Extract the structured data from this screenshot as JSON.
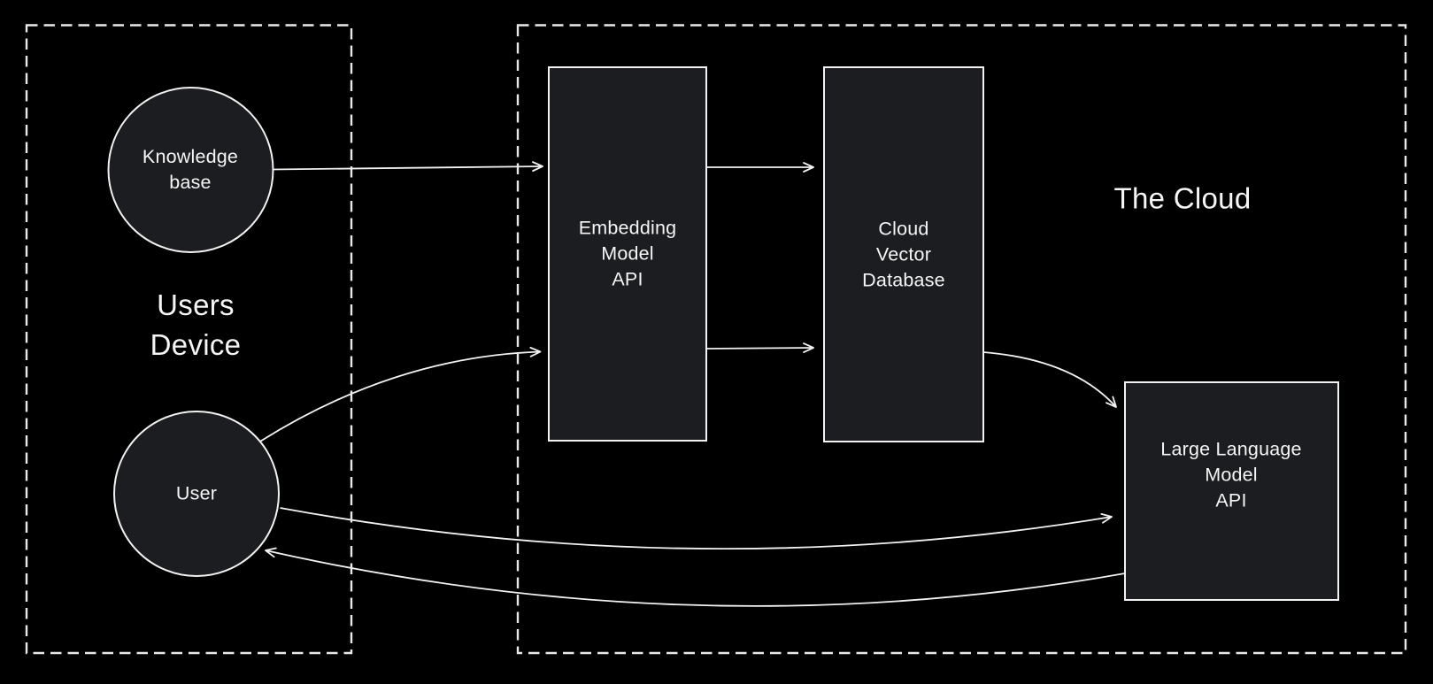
{
  "diagram": {
    "colors": {
      "background": "#000000",
      "node_fill": "#1c1d21",
      "stroke": "#f2f2f2",
      "dash_stroke": "#e9e9e9",
      "text": "#f5f5f5"
    },
    "groups": {
      "users_device": {
        "label": "Users\nDevice"
      },
      "the_cloud": {
        "label": "The Cloud"
      }
    },
    "nodes": {
      "knowledge_base": {
        "label": "Knowledge\nbase",
        "shape": "circle",
        "group": "users_device"
      },
      "user": {
        "label": "User",
        "shape": "circle",
        "group": "users_device"
      },
      "embedding_model_api": {
        "label": "Embedding\nModel\nAPI",
        "shape": "rect",
        "group": "the_cloud"
      },
      "cloud_vector_database": {
        "label": "Cloud\nVector\nDatabase",
        "shape": "rect",
        "group": "the_cloud"
      },
      "large_language_model_api": {
        "label": "Large Language\nModel\nAPI",
        "shape": "rect",
        "group": "the_cloud"
      }
    },
    "edges": [
      {
        "from": "knowledge_base",
        "to": "embedding_model_api",
        "style": "straight"
      },
      {
        "from": "embedding_model_api",
        "to": "cloud_vector_database",
        "style": "straight-upper"
      },
      {
        "from": "embedding_model_api",
        "to": "cloud_vector_database",
        "style": "straight-lower"
      },
      {
        "from": "user",
        "to": "embedding_model_api",
        "style": "curved"
      },
      {
        "from": "cloud_vector_database",
        "to": "large_language_model_api",
        "style": "curved"
      },
      {
        "from": "user",
        "to": "large_language_model_api",
        "style": "curved"
      },
      {
        "from": "large_language_model_api",
        "to": "user",
        "style": "curved"
      }
    ]
  }
}
